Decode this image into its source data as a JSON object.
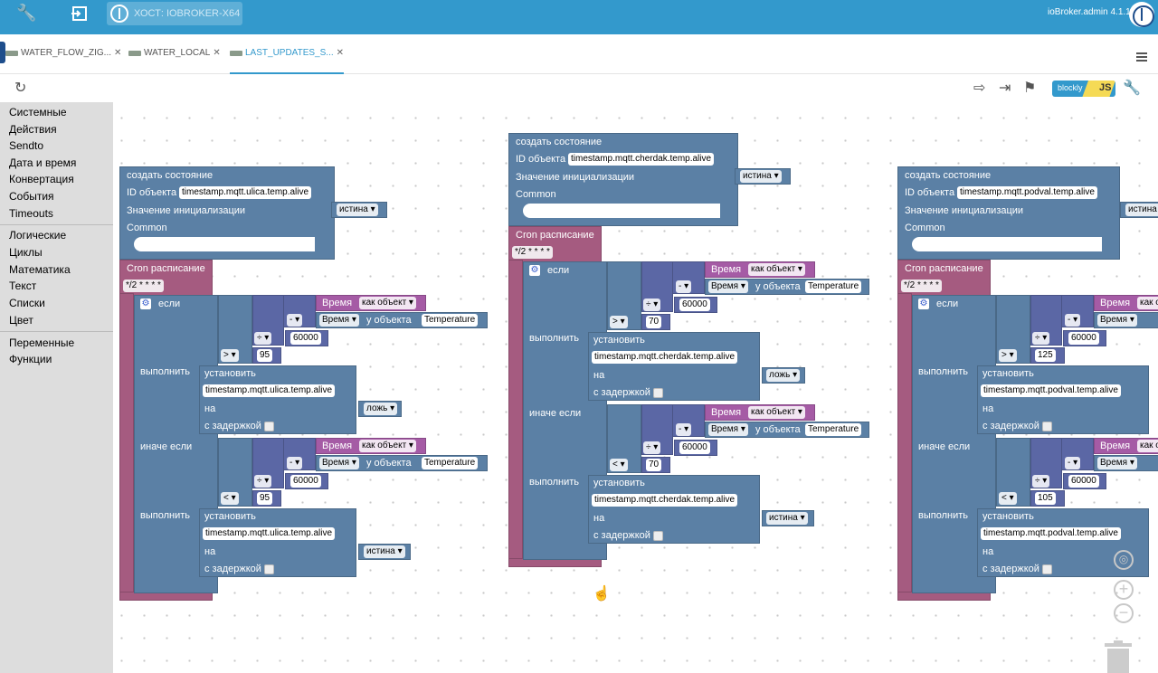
{
  "header": {
    "host": "ХОСТ: IOBROKER-X64",
    "user": "ioBroker.admin 4.1.11"
  },
  "tabs": [
    {
      "label": "WATER_FLOW_ZIG..."
    },
    {
      "label": "WATER_LOCAL"
    },
    {
      "label": "LAST_UPDATES_S..."
    }
  ],
  "toolbar": {
    "blockly": "blockly",
    "js": "JS"
  },
  "sidebar": [
    "Системные",
    "Действия",
    "Sendto",
    "Дата и время",
    "Конвертация",
    "События",
    "Timeouts",
    "Логические",
    "Циклы",
    "Математика",
    "Текст",
    "Списки",
    "Цвет",
    "Переменные",
    "Функции"
  ],
  "b": {
    "create": "создать состояние",
    "oid": "ID объекта",
    "init": "Значение инициализации",
    "common": "Common",
    "cron": "Cron расписание",
    "cronval": "*/2 * * * *",
    "if": "если",
    "do": "выполнить",
    "elseif": "иначе если",
    "time": "Время",
    "asobj": "как объект",
    "minus": "-",
    "div": "÷",
    "gt": ">",
    "lt": "<",
    "ofobj": "у объекта",
    "temp": "Temperature",
    "ms": "60000",
    "set": "установить",
    "to": "на",
    "delay": "с задержкой",
    "true": "истина",
    "false": "ложь"
  },
  "blocks": {
    "ulica": {
      "id": "timestamp.mqtt.ulica.temp.alive",
      "thr": "95"
    },
    "cherdak": {
      "id": "timestamp.mqtt.cherdak.temp.alive",
      "thr": "70"
    },
    "podval": {
      "id": "timestamp.mqtt.podval.temp.alive",
      "thr1": "125",
      "thr2": "105"
    }
  }
}
